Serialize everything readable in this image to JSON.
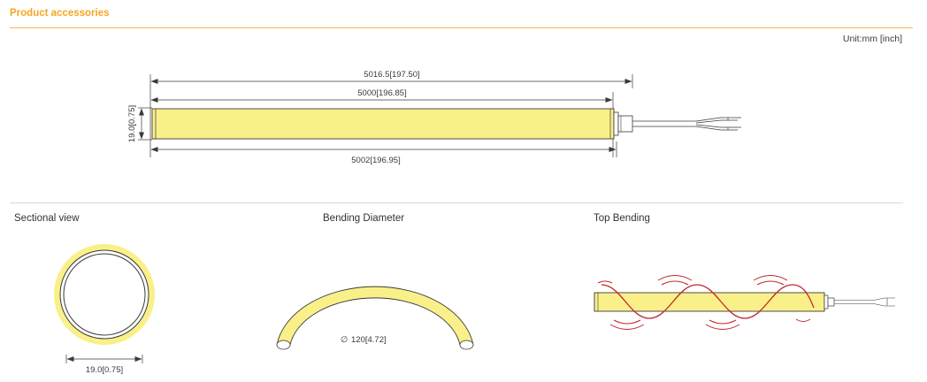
{
  "header": {
    "title": "Product accessories",
    "unit_note": "Unit:mm [inch]"
  },
  "dimension_drawing": {
    "overall_length": "5016.5[197.50]",
    "body_length": "5000[196.85]",
    "length_with_cap": "5002[196.95]",
    "height": "19.0[0.75]"
  },
  "captions": {
    "sectional_view": "Sectional view",
    "bending_diameter": "Bending Diameter",
    "top_bending": "Top Bending"
  },
  "sectional_view": {
    "width": "19.0[0.75]"
  },
  "bending": {
    "diameter": "120[4.72]",
    "diameter_symbol": "∅"
  },
  "colors": {
    "accent": "#f5a623",
    "light_fill": "#faf08a",
    "wave": "#c0282d",
    "line": "#3a3a3a"
  }
}
